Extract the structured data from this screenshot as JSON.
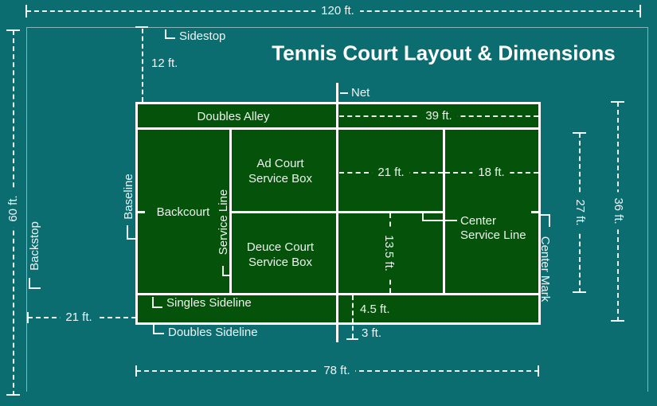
{
  "title": "Tennis Court Layout & Dimensions",
  "colors": {
    "background": "#0c6d71",
    "court_green": "#05520a",
    "line_white": "#ffffff"
  },
  "labels": {
    "net": "Net",
    "sidestop": "Sidestop",
    "backstop": "Backstop",
    "baseline": "Baseline",
    "service_line": "Service Line",
    "doubles_alley": "Doubles Alley",
    "backcourt": "Backcourt",
    "ad_court_line1": "Ad Court",
    "ad_court_line2": "Service Box",
    "deuce_court_line1": "Deuce Court",
    "deuce_court_line2": "Service Box",
    "center_service_line1": "Center",
    "center_service_line2": "Service Line",
    "center_mark": "Center Mark",
    "singles_sideline": "Singles Sideline",
    "doubles_sideline": "Doubles Sideline"
  },
  "dimensions": {
    "total_length": "120 ft.",
    "sidestop_offset": "12 ft.",
    "half_court_length": "39 ft.",
    "net_to_service": "21 ft.",
    "service_to_baseline": "18 ft.",
    "singles_width": "27 ft.",
    "doubles_width": "36 ft.",
    "half_singles_width": "13.5 ft.",
    "alley_width": "4.5 ft.",
    "net_overhang": "3 ft.",
    "backstop_offset": "21 ft.",
    "court_length": "78 ft.",
    "total_width": "60 ft."
  }
}
